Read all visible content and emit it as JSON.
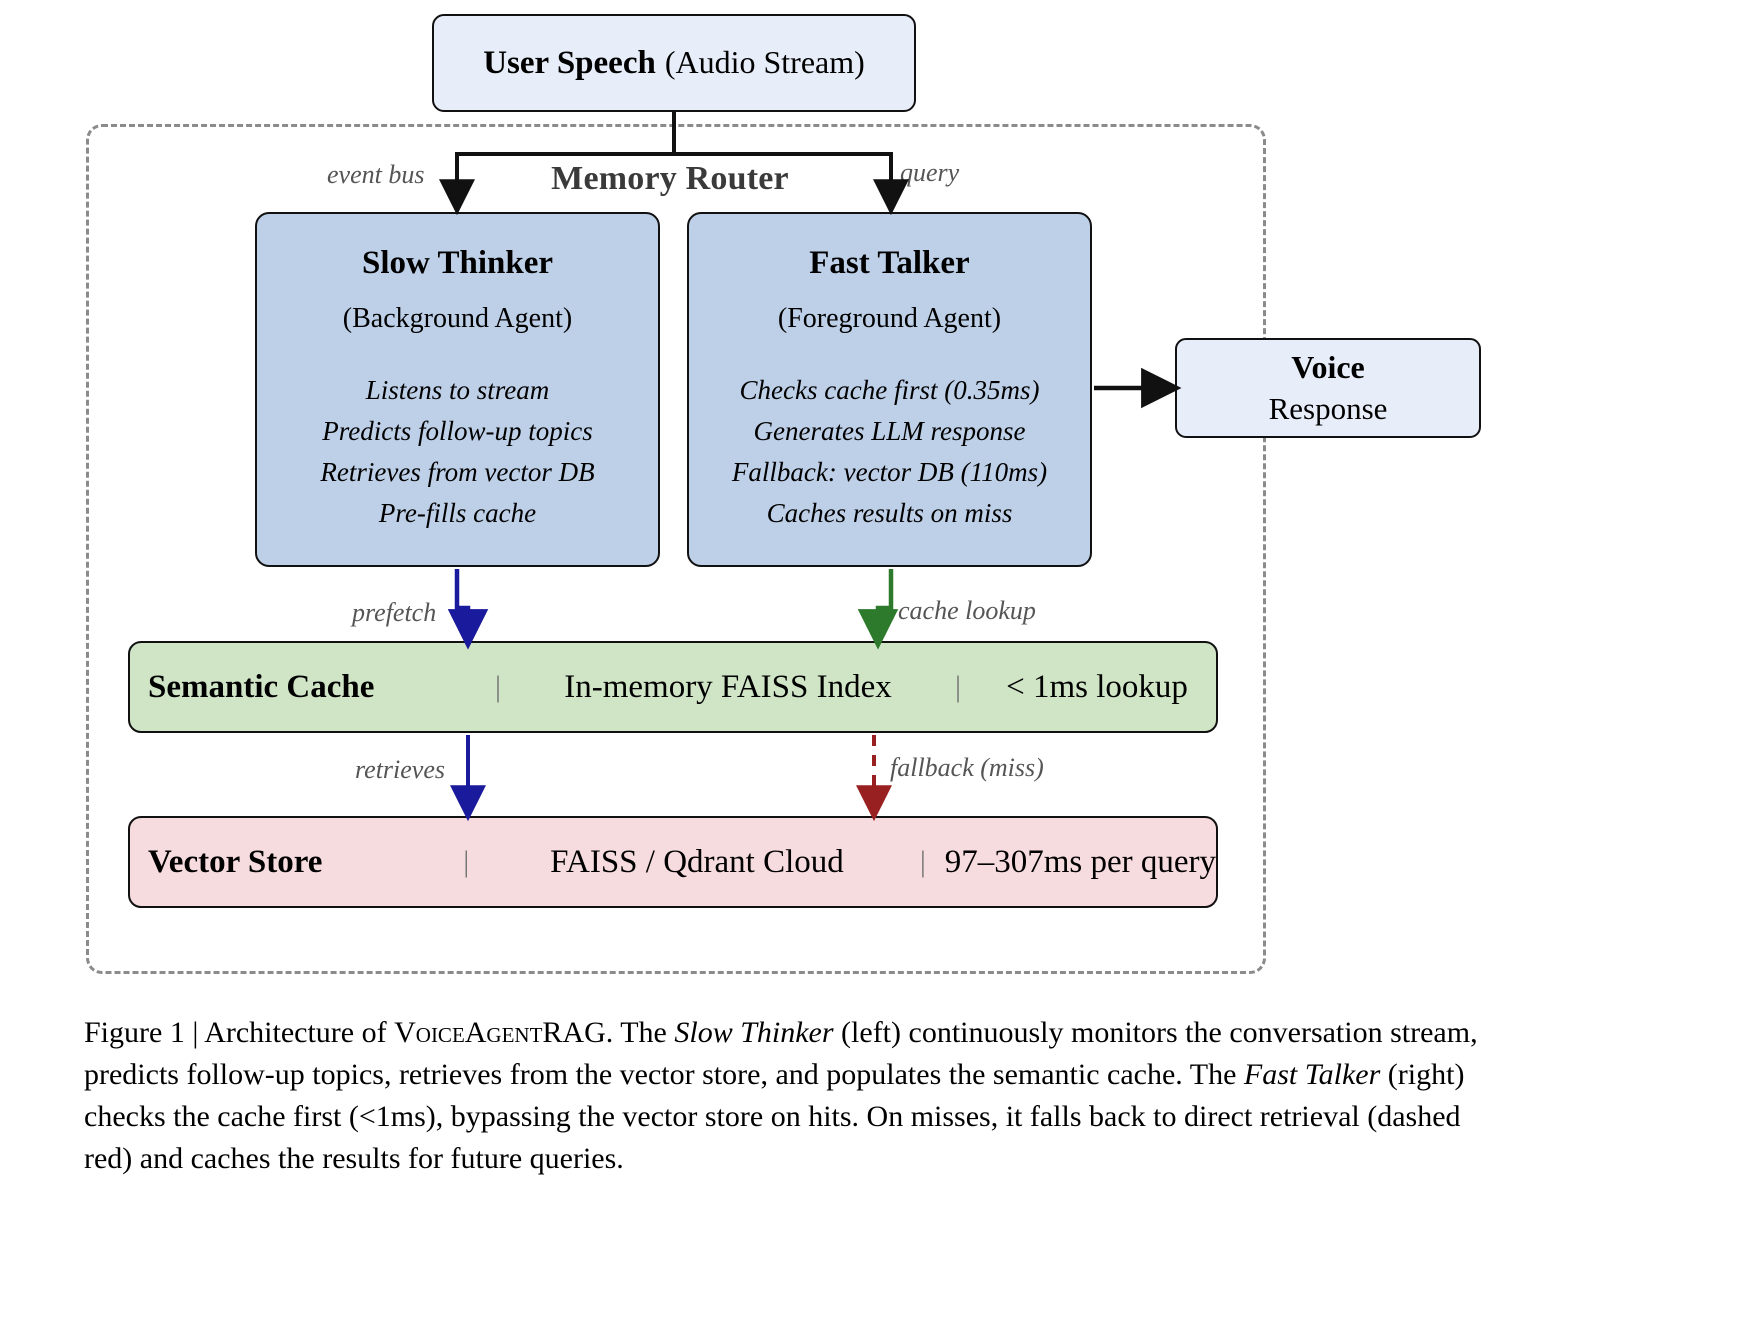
{
  "user_speech": {
    "title": "User Speech",
    "subtitle": "(Audio Stream)"
  },
  "router": {
    "label": "Memory Router"
  },
  "edges": {
    "event_bus": "event bus",
    "query": "query",
    "prefetch": "prefetch",
    "cache_lookup": "cache lookup",
    "retrieves": "retrieves",
    "fallback": "fallback (miss)"
  },
  "slow_thinker": {
    "title": "Slow Thinker",
    "subtitle": "(Background Agent)",
    "items": [
      "Listens to stream",
      "Predicts follow-up topics",
      "Retrieves from vector DB",
      "Pre-fills cache"
    ]
  },
  "fast_talker": {
    "title": "Fast Talker",
    "subtitle": "(Foreground Agent)",
    "items": [
      "Checks cache first (0.35ms)",
      "Generates LLM response",
      "Fallback: vector DB (110ms)",
      "Caches results on miss"
    ]
  },
  "voice_response": {
    "title": "Voice",
    "subtitle": "Response"
  },
  "semantic_cache": {
    "name": "Semantic Cache",
    "detail": "In-memory FAISS Index",
    "latency": "< 1ms lookup",
    "separator": "|"
  },
  "vector_store": {
    "name": "Vector Store",
    "detail": "FAISS / Qdrant Cloud",
    "latency": "97–307ms per query",
    "separator": "|"
  },
  "caption": {
    "figure_number": "Figure 1",
    "divider": "|",
    "lead": "Architecture of",
    "system_name": "VoiceAgentRAG",
    "part1": ". The",
    "em1": "Slow Thinker",
    "part2": "(left) continuously monitors the conversation stream, predicts follow-up topics, retrieves from the vector store, and populates the semantic cache. The",
    "em2": "Fast Talker",
    "part3": "(right) checks the cache first (<1ms), bypassing the vector store on hits. On misses, it falls back to direct retrieval (dashed red) and caches the results for future queries."
  },
  "colors": {
    "light_blue": "#e8eef9",
    "mid_blue": "#bed0e8",
    "green": "#cfe5c6",
    "pink": "#f7dcdf",
    "prefetch_arrow": "#1a1a9c",
    "cache_arrow": "#2d7a2d",
    "fallback_arrow": "#992020",
    "dashed_border": "#8b8b8b"
  }
}
